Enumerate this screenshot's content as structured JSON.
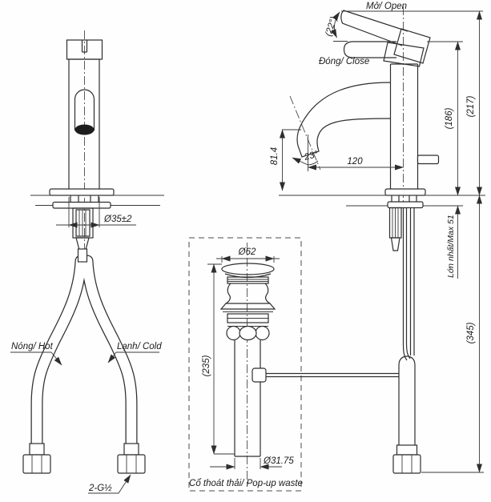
{
  "drawing": {
    "title": "Basin mixer technical drawing",
    "labels": {
      "open": "Mở/ Open",
      "close": "Đóng/ Close",
      "open_angle": "(22°)",
      "hot": "Nóng/ Hot",
      "cold": "Lạnh/ Cold",
      "thread": "2-G½",
      "popup": "Cổ thoát thải/ Pop-up waste",
      "max_deck": "Lớn nhất/Max 51"
    },
    "dimensions": {
      "spout_outlet_height": "81.4",
      "spout_angle": "23°",
      "spout_reach": "120",
      "height_closed": "(186)",
      "height_open": "(217)",
      "hose_length": "(345)",
      "base_diameter": "Ø35±2",
      "popup_cap_diameter": "Ø62",
      "popup_length": "(235)",
      "popup_tail_diameter": "Ø31.75"
    }
  }
}
